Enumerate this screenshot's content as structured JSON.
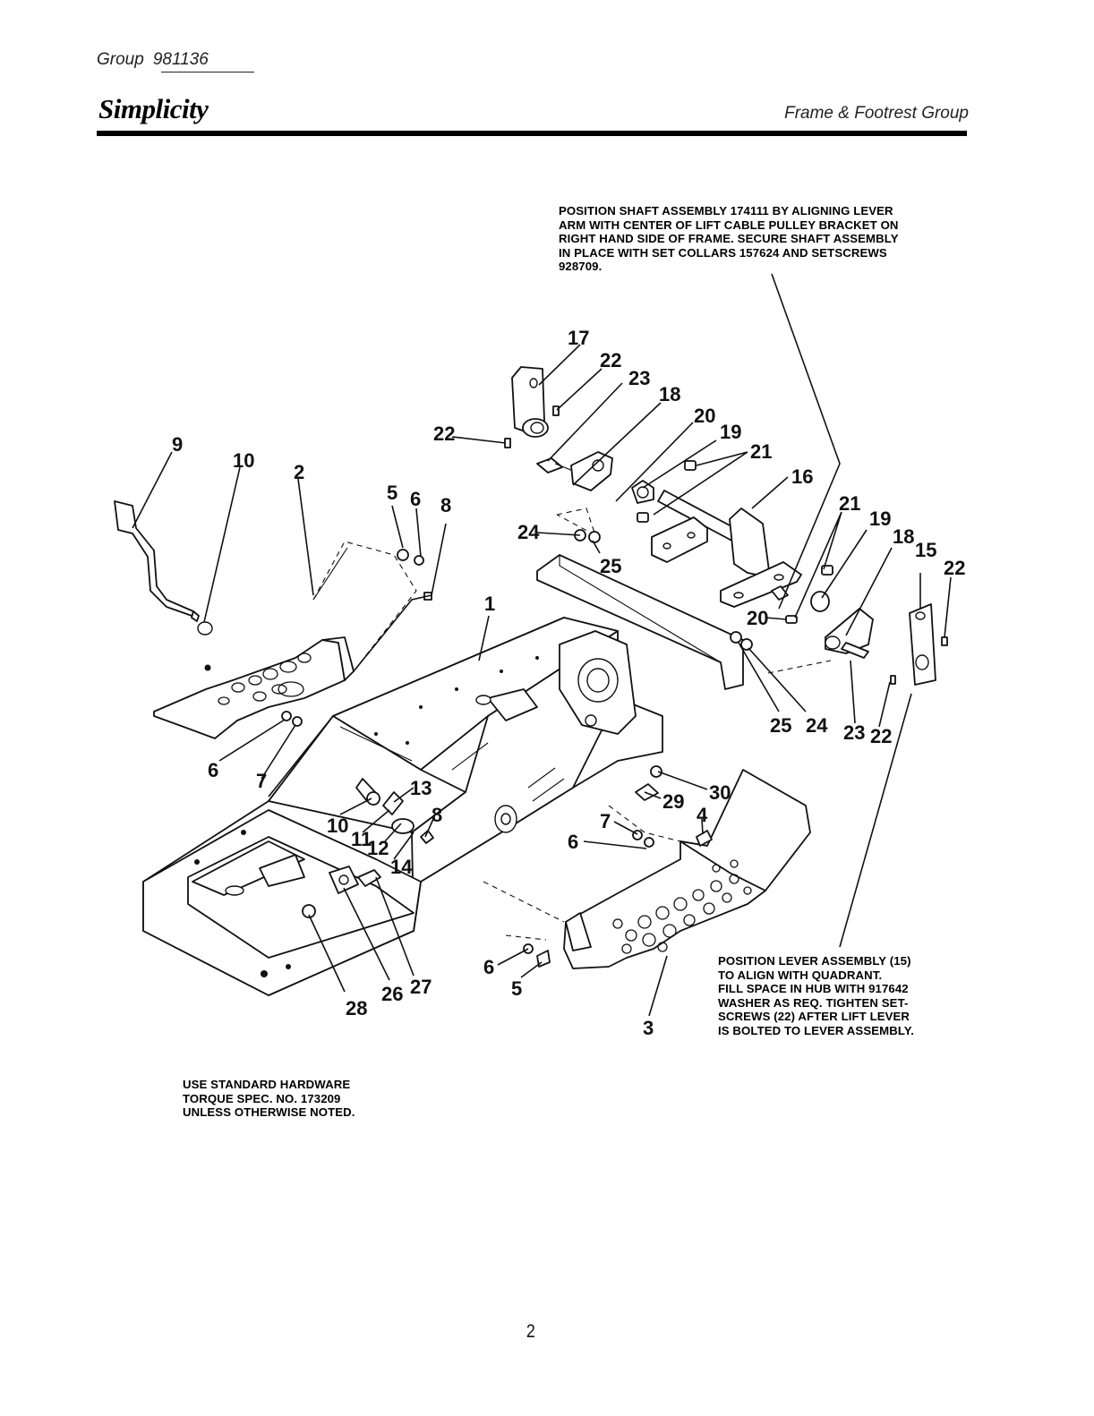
{
  "header": {
    "group_label": "Group",
    "group_number": "981136",
    "brand": "Simplicity",
    "section_title": "Frame & Footrest Group"
  },
  "notes": {
    "top": [
      "POSITION SHAFT ASSEMBLY 174111 BY ALIGNING LEVER",
      "ARM WITH CENTER OF LIFT CABLE PULLEY BRACKET ON",
      "RIGHT HAND SIDE OF FRAME. SECURE SHAFT ASSEMBLY",
      "IN PLACE WITH SET COLLARS 157624 AND SETSCREWS",
      "928709."
    ],
    "right": [
      "POSITION LEVER ASSEMBLY (15)",
      "TO ALIGN WITH QUADRANT.",
      "FILL SPACE IN HUB WITH 917642",
      "WASHER AS REQ. TIGHTEN SET-",
      "SCREWS (22) AFTER LIFT LEVER",
      "IS BOLTED TO LEVER ASSEMBLY."
    ],
    "bottom": [
      "USE STANDARD HARDWARE",
      "TORQUE SPEC. NO. 173209",
      "UNLESS OTHERWISE NOTED."
    ]
  },
  "callouts": {
    "c17": "17",
    "c22a": "22",
    "c23a": "23",
    "c18a": "18",
    "c20a": "20",
    "c19a": "19",
    "c21a": "21",
    "c22b": "22",
    "c16": "16",
    "c21b": "21",
    "c19b": "19",
    "c18b": "18",
    "c15": "15",
    "c22c": "22",
    "c9": "9",
    "c10a": "10",
    "c2": "2",
    "c5a": "5",
    "c6a": "6",
    "c8a": "8",
    "c24a": "24",
    "c25a": "25",
    "c1": "1",
    "c20b": "20",
    "c25b": "25",
    "c24b": "24",
    "c23b": "23",
    "c22d": "22",
    "c6b": "6",
    "c7a": "7",
    "c13": "13",
    "c8b": "8",
    "c10b": "10",
    "c11": "11",
    "c12": "12",
    "c14": "14",
    "c30": "30",
    "c29": "29",
    "c4": "4",
    "c7b": "7",
    "c6c": "6",
    "c28": "28",
    "c26": "26",
    "c27": "27",
    "c6d": "6",
    "c5b": "5",
    "c3": "3"
  },
  "page_number": "2"
}
